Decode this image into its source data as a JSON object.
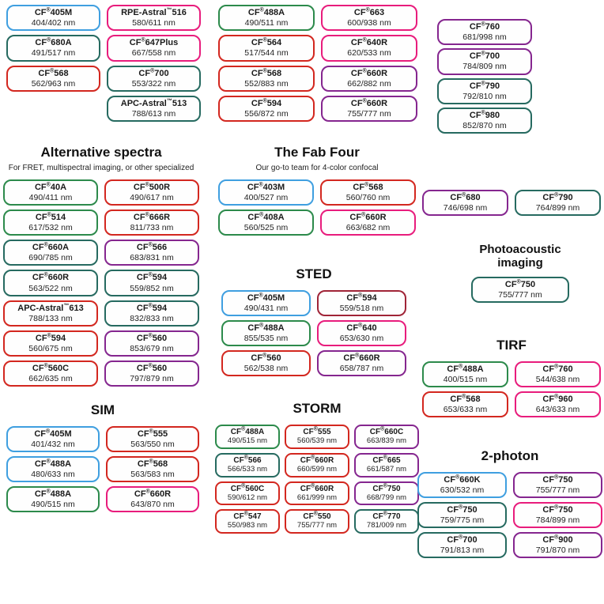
{
  "colors": {
    "blue": "#3f9fe0",
    "green": "#2c8a4b",
    "teal": "#266a60",
    "red": "#d3271f",
    "pink": "#e81c7c",
    "purple": "#85268f",
    "darkred": "#a02437"
  },
  "sections": [
    {
      "id": "top-left",
      "title": "",
      "subtitle": "",
      "columns": [
        [
          {
            "name": "CF®405M",
            "value": "404/402 nm",
            "color": "blue"
          },
          {
            "name": "CF®680A",
            "value": "491/517 nm",
            "color": "teal"
          },
          {
            "name": "CF®568",
            "value": "562/963 nm",
            "color": "red"
          }
        ],
        [
          {
            "name": "RPE-Astral™516",
            "value": "580/611 nm",
            "color": "pink"
          },
          {
            "name": "CF®647Plus",
            "value": "667/558 nm",
            "color": "pink"
          },
          {
            "name": "CF®700",
            "value": "553/322 nm",
            "color": "teal"
          },
          {
            "name": "APC-Astral™513",
            "value": "788/613 nm",
            "color": "teal"
          }
        ]
      ]
    },
    {
      "id": "top-mid",
      "title": "",
      "subtitle": "",
      "columns": [
        [
          {
            "name": "CF®488A",
            "value": "490/511 nm",
            "color": "green"
          },
          {
            "name": "CF®564",
            "value": "517/544 nm",
            "color": "red"
          },
          {
            "name": "CF®568",
            "value": "552/883 nm",
            "color": "red"
          },
          {
            "name": "CF®594",
            "value": "556/872 nm",
            "color": "red"
          }
        ],
        [
          {
            "name": "CF®663",
            "value": "600/938 nm",
            "color": "pink"
          },
          {
            "name": "CF®640R",
            "value": "620/533 nm",
            "color": "pink"
          },
          {
            "name": "CF®660R",
            "value": "662/882 nm",
            "color": "purple"
          },
          {
            "name": "CF®660R",
            "value": "755/777 nm",
            "color": "purple"
          }
        ]
      ]
    },
    {
      "id": "top-right",
      "title": "",
      "subtitle": "",
      "columns": [
        [
          {
            "name": "CF®760",
            "value": "681/998 nm",
            "color": "purple"
          },
          {
            "name": "CF®700",
            "value": "784/809 nm",
            "color": "purple"
          },
          {
            "name": "CF®790",
            "value": "792/810 nm",
            "color": "teal"
          },
          {
            "name": "CF®980",
            "value": "852/870 nm",
            "color": "teal"
          }
        ]
      ]
    },
    {
      "id": "alternative",
      "title": "Alternative spectra",
      "subtitle": "For FRET, multispectral imaging, or other specialized",
      "columns": [
        [
          {
            "name": "CF®40A",
            "value": "490/411 nm",
            "color": "green"
          },
          {
            "name": "CF®514",
            "value": "617/532 nm",
            "color": "green"
          },
          {
            "name": "CF®660A",
            "value": "690/785 nm",
            "color": "teal"
          },
          {
            "name": "CF®660R",
            "value": "563/522 nm",
            "color": "teal"
          },
          {
            "name": "APC-Astral™613",
            "value": "788/133 nm",
            "color": "red"
          },
          {
            "name": "CF®594",
            "value": "560/675 nm",
            "color": "red"
          },
          {
            "name": "CF®560C",
            "value": "662/635 nm",
            "color": "red"
          }
        ],
        [
          {
            "name": "CF®500R",
            "value": "490/617 nm",
            "color": "red"
          },
          {
            "name": "CF®666R",
            "value": "811/733 nm",
            "color": "red"
          },
          {
            "name": "CF®566",
            "value": "683/831 nm",
            "color": "purple"
          },
          {
            "name": "CF®594",
            "value": "559/852 nm",
            "color": "teal"
          },
          {
            "name": "CF®594",
            "value": "832/833 nm",
            "color": "teal"
          },
          {
            "name": "CF®560",
            "value": "853/679 nm",
            "color": "purple"
          },
          {
            "name": "CF®560",
            "value": "797/879 nm",
            "color": "purple"
          }
        ]
      ]
    },
    {
      "id": "fabfour",
      "title": "The Fab Four",
      "subtitle": "Our go-to team for 4-color confocal",
      "columns": [
        [
          {
            "name": "CF®403M",
            "value": "400/527 nm",
            "color": "blue"
          },
          {
            "name": "CF®408A",
            "value": "560/525 nm",
            "color": "green"
          }
        ],
        [
          {
            "name": "CF®568",
            "value": "560/760 nm",
            "color": "red"
          },
          {
            "name": "CF®660R",
            "value": "663/682 nm",
            "color": "pink"
          }
        ]
      ]
    },
    {
      "id": "sted",
      "title": "STED",
      "subtitle": "",
      "columns": [
        [
          {
            "name": "CF®405M",
            "value": "490/431 nm",
            "color": "blue"
          },
          {
            "name": "CF®488A",
            "value": "855/535 nm",
            "color": "green"
          },
          {
            "name": "CF®560",
            "value": "562/538 nm",
            "color": "red"
          }
        ],
        [
          {
            "name": "CF®594",
            "value": "559/518 nm",
            "color": "darkred"
          },
          {
            "name": "CF®640",
            "value": "653/630 nm",
            "color": "pink"
          },
          {
            "name": "CF®660R",
            "value": "658/787 nm",
            "color": "purple"
          }
        ]
      ]
    },
    {
      "id": "right-pair",
      "title": "",
      "subtitle": "",
      "columns": [
        [
          {
            "name": "CF®680",
            "value": "746/698 nm",
            "color": "purple"
          }
        ],
        [
          {
            "name": "CF®790",
            "value": "764/899 nm",
            "color": "teal"
          }
        ]
      ]
    },
    {
      "id": "photoacoustic",
      "title": "Photoacoustic imaging",
      "subtitle": "",
      "columns": [
        [
          {
            "name": "CF®750",
            "value": "755/777 nm",
            "color": "teal"
          }
        ]
      ]
    },
    {
      "id": "tirf",
      "title": "TIRF",
      "subtitle": "",
      "columns": [
        [
          {
            "name": "CF®488A",
            "value": "400/515 nm",
            "color": "green"
          },
          {
            "name": "CF®568",
            "value": "653/633 nm",
            "color": "red"
          }
        ],
        [
          {
            "name": "CF®760",
            "value": "544/638 nm",
            "color": "pink"
          },
          {
            "name": "CF®960",
            "value": "643/633 nm",
            "color": "pink"
          }
        ]
      ]
    },
    {
      "id": "sim",
      "title": "SIM",
      "subtitle": "",
      "columns": [
        [
          {
            "name": "CF®405M",
            "value": "401/432 nm",
            "color": "blue"
          },
          {
            "name": "CF®488A",
            "value": "480/633 nm",
            "color": "blue"
          },
          {
            "name": "CF®488A",
            "value": "490/515 nm",
            "color": "green"
          }
        ],
        [
          {
            "name": "CF®555",
            "value": "563/550 nm",
            "color": "red"
          },
          {
            "name": "CF®568",
            "value": "563/583 nm",
            "color": "red"
          },
          {
            "name": "CF®660R",
            "value": "643/870 nm",
            "color": "pink"
          }
        ]
      ]
    },
    {
      "id": "storm",
      "title": "STORM",
      "subtitle": "",
      "columns": [
        [
          {
            "name": "CF®488A",
            "value": "490/515 nm",
            "color": "green"
          },
          {
            "name": "CF®566",
            "value": "566/533 nm",
            "color": "teal"
          },
          {
            "name": "CF®560C",
            "value": "590/612 nm",
            "color": "red"
          },
          {
            "name": "CF®547",
            "value": "550/983 nm",
            "color": "red"
          }
        ],
        [
          {
            "name": "CF®555",
            "value": "560/539 nm",
            "color": "red"
          },
          {
            "name": "CF®660R",
            "value": "660/599 nm",
            "color": "red"
          },
          {
            "name": "CF®660R",
            "value": "661/999 nm",
            "color": "red"
          },
          {
            "name": "CF®550",
            "value": "755/777 nm",
            "color": "red"
          }
        ],
        [
          {
            "name": "CF®660C",
            "value": "663/839 nm",
            "color": "purple"
          },
          {
            "name": "CF®665",
            "value": "661/587 nm",
            "color": "purple"
          },
          {
            "name": "CF®750",
            "value": "668/799 nm",
            "color": "purple"
          },
          {
            "name": "CF®770",
            "value": "781/009 nm",
            "color": "teal"
          }
        ]
      ]
    },
    {
      "id": "twophoton",
      "title": "2-photon",
      "subtitle": "",
      "columns": [
        [
          {
            "name": "CF®660K",
            "value": "630/532 nm",
            "color": "blue"
          },
          {
            "name": "CF®750",
            "value": "759/775 nm",
            "color": "teal"
          },
          {
            "name": "CF®700",
            "value": "791/813 nm",
            "color": "teal"
          }
        ],
        [
          {
            "name": "CF®750",
            "value": "755/777 nm",
            "color": "purple"
          },
          {
            "name": "CF®750",
            "value": "784/899 nm",
            "color": "pink"
          },
          {
            "name": "CF®900",
            "value": "791/870 nm",
            "color": "purple"
          }
        ]
      ]
    }
  ]
}
